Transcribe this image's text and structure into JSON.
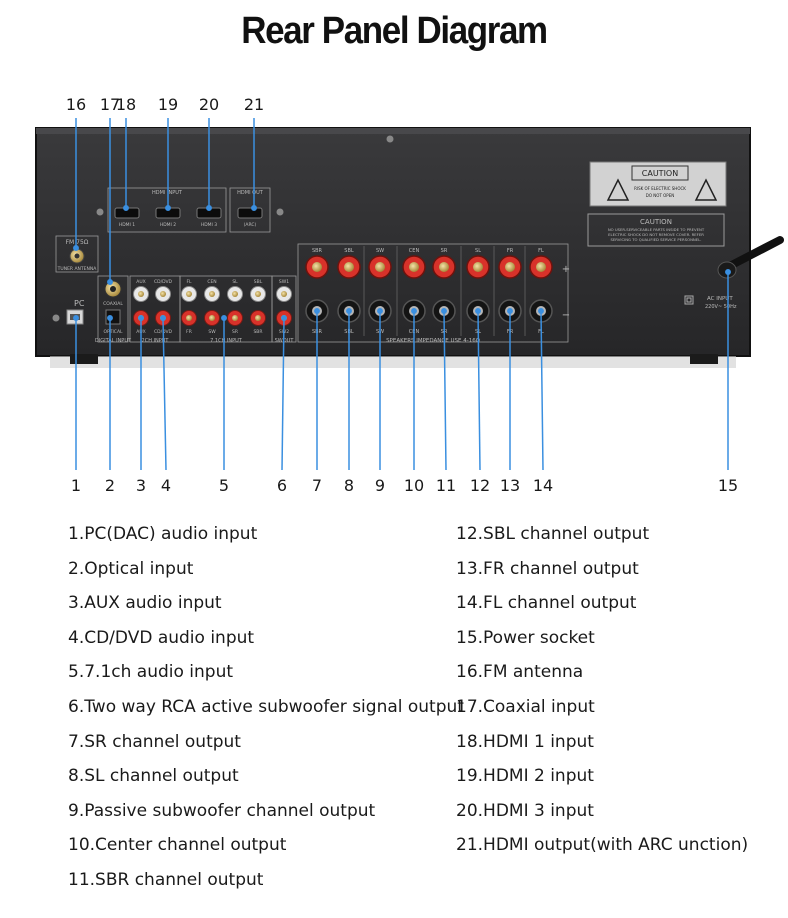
{
  "title": "Rear Panel Diagram",
  "callouts_top": [
    "16",
    "17",
    "18",
    "19",
    "20",
    "21"
  ],
  "callouts_bottom": [
    "1",
    "2",
    "3",
    "4",
    "5",
    "6",
    "7",
    "8",
    "9",
    "10",
    "11",
    "12",
    "13",
    "14",
    "15"
  ],
  "legend_left": [
    "1.PC(DAC) audio input",
    "2.Optical input",
    "3.AUX audio input",
    "4.CD/DVD audio input",
    "5.7.1ch audio input",
    "6.Two way RCA active subwoofer signal output",
    "7.SR channel output",
    "8.SL channel output",
    "9.Passive subwoofer channel output",
    "10.Center channel output",
    "11.SBR channel output"
  ],
  "legend_right": [
    "12.SBL channel output",
    "13.FR channel output",
    "14.FL channel output",
    "15.Power socket",
    "16.FM antenna",
    "17.Coaxial input",
    "18.HDMI 1 input",
    "19.HDMI 2 input",
    "20.HDMI 3 input",
    "21.HDMI output(with ARC unction)"
  ],
  "panel": {
    "hdmi_input": "HDMI INPUT",
    "hdmi_out": "HDMI OUT",
    "hdmi_ports": [
      "HDMI 1",
      "HDMI 2",
      "HDMI 3",
      "(ARC)"
    ],
    "fm": "FM 75Ω",
    "tuner": "TUNER ANTENNA",
    "pc": "PC",
    "coaxial": "COAXIAL",
    "optical": "OPTICAL",
    "digital_input": "DIGITAL INPUT",
    "ch2_input": "2CH INPUT",
    "ch71_input": "7.1CH INPUT",
    "swout": "SWOUT",
    "rca_top": [
      "AUX",
      "CD/DVD",
      "FL",
      "CEN",
      "SL",
      "SBL",
      "SW1"
    ],
    "rca_bottom": [
      "AUX",
      "CD/DVD",
      "FR",
      "SW",
      "SR",
      "SBR",
      "SW2"
    ],
    "spk_top": [
      "SBR",
      "SBL",
      "SW",
      "CEN",
      "SR",
      "SL",
      "FR",
      "FL"
    ],
    "spk_bottom": [
      "SBR",
      "SBL",
      "SW",
      "CEN",
      "SR",
      "SL",
      "FR",
      "FL"
    ],
    "speakers": "SPEAKERS IMPEDANCE USE 4-16Ω",
    "caution": "CAUTION",
    "caution_sub1": "RISK OF ELECTRIC SHOCK",
    "caution_sub2": "DO NOT OPEN",
    "caution2": "CAUTION",
    "caution2_l1": "NO USER-SERVICEABLE PARTS INSIDE TO PREVENT",
    "caution2_l2": "ELECTRIC SHOCK DO NOT REMOVE COVER. REFER",
    "caution2_l3": "SERVICING TO QUALIFIED SERVICE PERSONNEL.",
    "ac_input": "AC INPUT",
    "ac_rating": "220V~ 50Hz",
    "plus": "+",
    "minus": "−"
  },
  "colors": {
    "callout": "#3a8fe0",
    "panel": "#2b2b2d",
    "red": "#d8322a"
  }
}
